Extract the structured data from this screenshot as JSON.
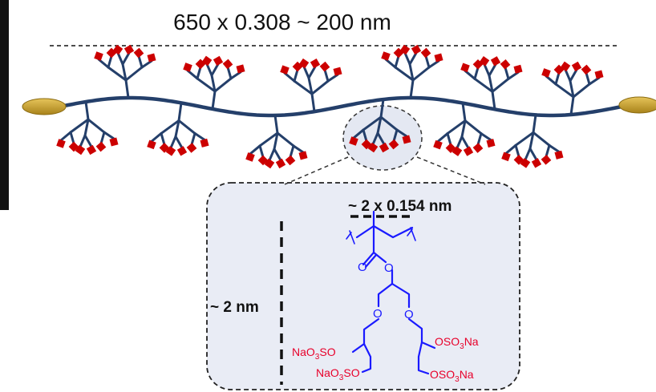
{
  "labels": {
    "length": "650 x 0.308 ~ 200 nm",
    "width": "~ 2 x 0.154 nm",
    "height": "~ 2 nm"
  },
  "chem": {
    "left_upper": {
      "a": "NaO",
      "b": "3",
      "c": "SO"
    },
    "left_lower": {
      "a": "NaO",
      "b": "3",
      "c": "SO"
    },
    "right_upper": {
      "a": "OSO",
      "b": "3",
      "c": "Na"
    },
    "right_lower": {
      "a": "OSO",
      "b": "3",
      "c": "Na"
    },
    "ester_o1": "O",
    "ester_o2": "O",
    "ether_left": "O",
    "ether_right": "O"
  },
  "colors": {
    "backbone": "#243f6a",
    "sulfate_cube": "#cc0000",
    "end_cap": "#c8a12a",
    "structure": "#1a1aff",
    "sulfate_text": "#e8002a",
    "inset_fill": "#e9ecf5"
  },
  "icons": {
    "end_caps": "ellipse-end-cap-icon",
    "sulfate_groups": "red-cube-icon"
  }
}
